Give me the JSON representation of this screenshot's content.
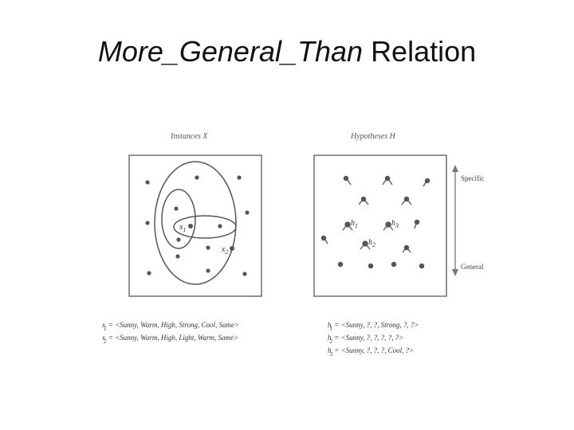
{
  "title": {
    "italic_part": "More_General_Than",
    "plain_part": "Relation"
  },
  "instances_panel": {
    "label": "Instances X",
    "point_labels": {
      "x1": "x",
      "x1_sub": "1",
      "x2": "x",
      "x2_sub": "2"
    }
  },
  "hypotheses_panel": {
    "label": "Hypotheses H",
    "point_labels": {
      "h1": "h",
      "h1_sub": "1",
      "h2": "h",
      "h2_sub": "2",
      "h3": "h",
      "h3_sub": "3"
    },
    "axis": {
      "top": "Specific",
      "bottom": "General"
    }
  },
  "instance_definitions": [
    {
      "symbol": "x",
      "sub": "1",
      "text": "= <Sunny, Warm, High, Strong, Cool, Same>"
    },
    {
      "symbol": "x",
      "sub": "2",
      "text": "= <Sunny, Warm, High, Light, Warm, Same>"
    }
  ],
  "hypothesis_definitions": [
    {
      "symbol": "h",
      "sub": "1",
      "text": "= <Sunny, ?, ?, Strong, ?, ?>"
    },
    {
      "symbol": "h",
      "sub": "2",
      "text": "= <Sunny, ?, ?, ?, ?, ?>"
    },
    {
      "symbol": "h",
      "sub": "3",
      "text": "= <Sunny, ?, ?, ?, Cool, ?>"
    }
  ]
}
